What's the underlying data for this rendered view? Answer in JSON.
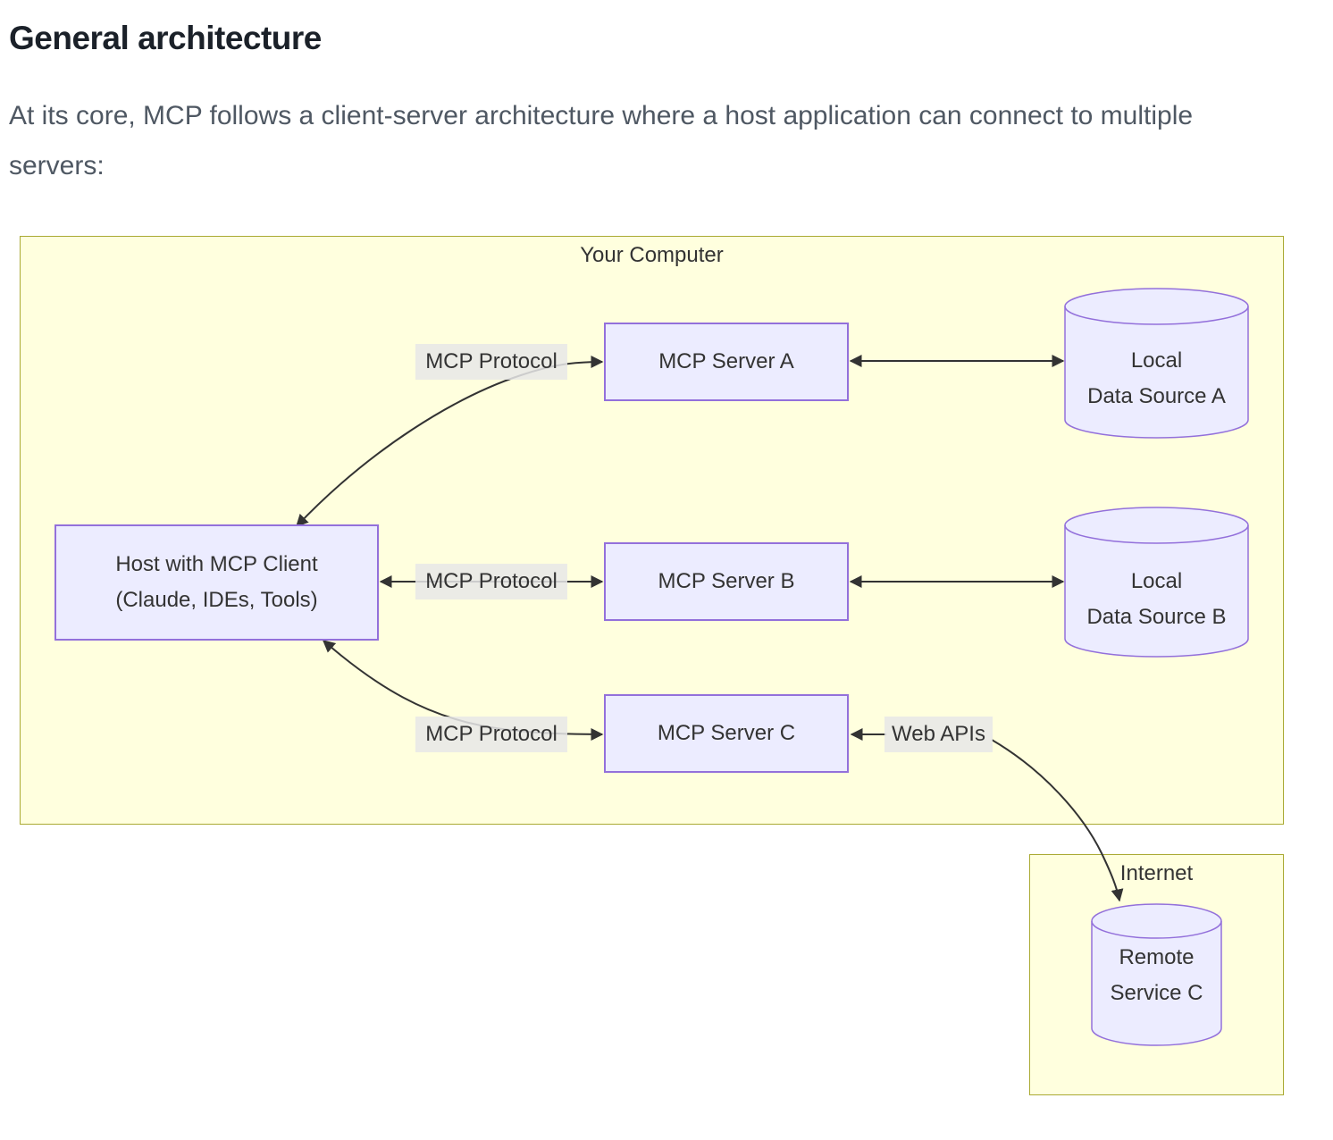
{
  "article": {
    "heading": "General architecture",
    "intro": "At its core, MCP follows a client-server architecture where a host application can connect to multiple servers:"
  },
  "diagram": {
    "subgraphs": {
      "your_computer": "Your Computer",
      "internet": "Internet"
    },
    "nodes": {
      "host": {
        "line1": "Host with MCP Client",
        "line2": "(Claude, IDEs, Tools)"
      },
      "server_a": {
        "label": "MCP Server A"
      },
      "server_b": {
        "label": "MCP Server B"
      },
      "server_c": {
        "label": "MCP Server C"
      },
      "data_source_a": {
        "line1": "Local",
        "line2": "Data Source A"
      },
      "data_source_b": {
        "line1": "Local",
        "line2": "Data Source B"
      },
      "remote_service_c": {
        "line1": "Remote",
        "line2": "Service C"
      }
    },
    "edge_labels": {
      "host_server_a": "MCP Protocol",
      "host_server_b": "MCP Protocol",
      "host_server_c": "MCP Protocol",
      "server_c_remote": "Web APIs"
    },
    "colors": {
      "node_fill": "#ECECFF",
      "node_border": "#9370DB",
      "subgraph_fill": "#ffffde",
      "subgraph_border": "#aaaa33",
      "edge": "#333333",
      "edge_label_bg": "#e8e8e8",
      "text": "#333333"
    }
  }
}
